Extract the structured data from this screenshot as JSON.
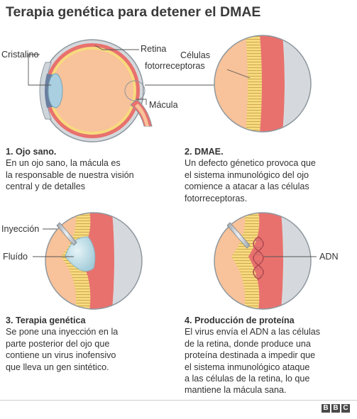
{
  "title": "Terapia genética para detener el DMAE",
  "labels": {
    "retina": "Retina",
    "cristalino": "Cristalino",
    "macula": "Mácula",
    "celulas_line1": "Células",
    "celulas_line2": "fotorreceptoras",
    "inyeccion": "Inyección",
    "fluido": "Fluído",
    "adn": "ADN"
  },
  "steps": [
    {
      "heading": "1. Ojo sano.",
      "body": "En un ojo sano, la mácula es\nla responsable de nuestra visión\ncentral y de detalles"
    },
    {
      "heading": "2. DMAE.",
      "body": "Un defecto génetico provoca que\nel sistema inmunológico del ojo\ncomience a atacar a las células\nfotorreceptoras."
    },
    {
      "heading": "3. Terapia genética",
      "body": "Se pone una inyección en la\nparte posterior del ojo que\ncontiene un virus inofensivo\nque lleva un gen sintético."
    },
    {
      "heading": "4. Producción de proteína",
      "body": "El virus envía el ADN a las células\nde la retina, donde produce una\nproteína destinada a impedir que\nel sistema inmunológico ataque\na las células de la retina, lo que\nmantiene la mácula sana."
    }
  ],
  "logo": [
    "B",
    "B",
    "C"
  ],
  "colors": {
    "eyeball": "#f8c29a",
    "sclera": "#d5d9dd",
    "retina_red": "#e8716e",
    "photoreceptor": "#f7da7e",
    "fluid": "#b6dbe6",
    "text": "#333333"
  }
}
